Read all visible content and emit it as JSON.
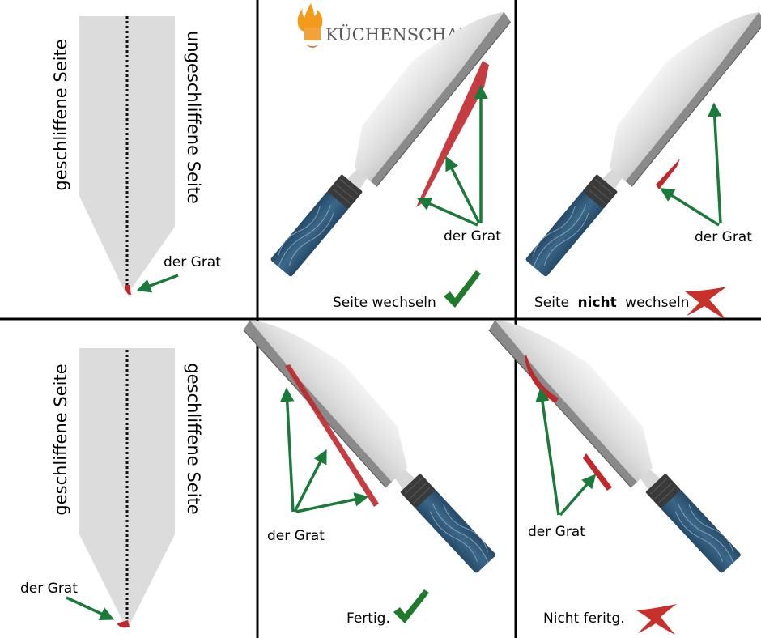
{
  "brand": {
    "name": "KÜCHENSCHARF",
    "logo_icon": "chef-flame-mustache-logo"
  },
  "colors": {
    "grid": "#000000",
    "blade_profile": "#dcdcdc",
    "burr": "#c0282c",
    "arrow": "#1a7a3a",
    "check": "#1f7a2a",
    "cross": "#c8302c",
    "handle": "#2f5879",
    "handle_collar": "#3a3a3a",
    "logo_text": "#5a5a5a",
    "logo_flame": "#f29a1a"
  },
  "panels": {
    "top_profile": {
      "left_label": "geschliffene Seite",
      "right_label": "ungeschliffene Seite",
      "burr_label": "der Grat"
    },
    "top_good": {
      "burr_label": "der Grat",
      "caption": "Seite wechseln",
      "mark_icon": "checkmark-icon"
    },
    "top_bad": {
      "burr_label": "der Grat",
      "caption_before": "Seite",
      "caption_bold": "nicht",
      "caption_after": "wechseln",
      "mark_icon": "cross-icon"
    },
    "bottom_profile": {
      "left_label": "geschliffene Seite",
      "right_label": "geschliffene Seite",
      "burr_label": "der Grat"
    },
    "bottom_good": {
      "burr_label": "der Grat",
      "caption": "Fertig.",
      "mark_icon": "checkmark-icon"
    },
    "bottom_bad": {
      "burr_label": "der Grat",
      "caption": "Nicht feritg.",
      "mark_icon": "cross-icon"
    }
  }
}
